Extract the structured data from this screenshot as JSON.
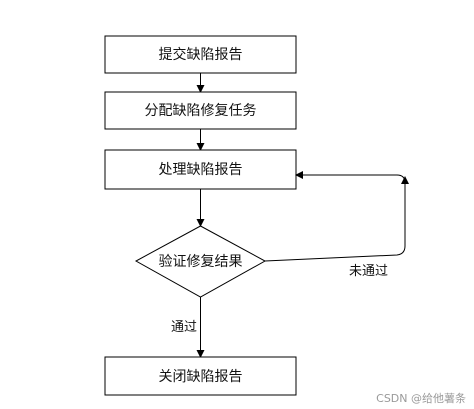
{
  "nodes": {
    "submit": "提交缺陷报告",
    "assign": "分配缺陷修复任务",
    "process": "处理缺陷报告",
    "verify": "验证修复结果",
    "close": "关闭缺陷报告"
  },
  "edges": {
    "pass": "通过",
    "fail": "未通过"
  },
  "watermark": "CSDN @给他薯条",
  "colors": {
    "line": "#000000",
    "box_fill": "#ffffff",
    "text": "#111111",
    "watermark": "#9a9a9a"
  }
}
